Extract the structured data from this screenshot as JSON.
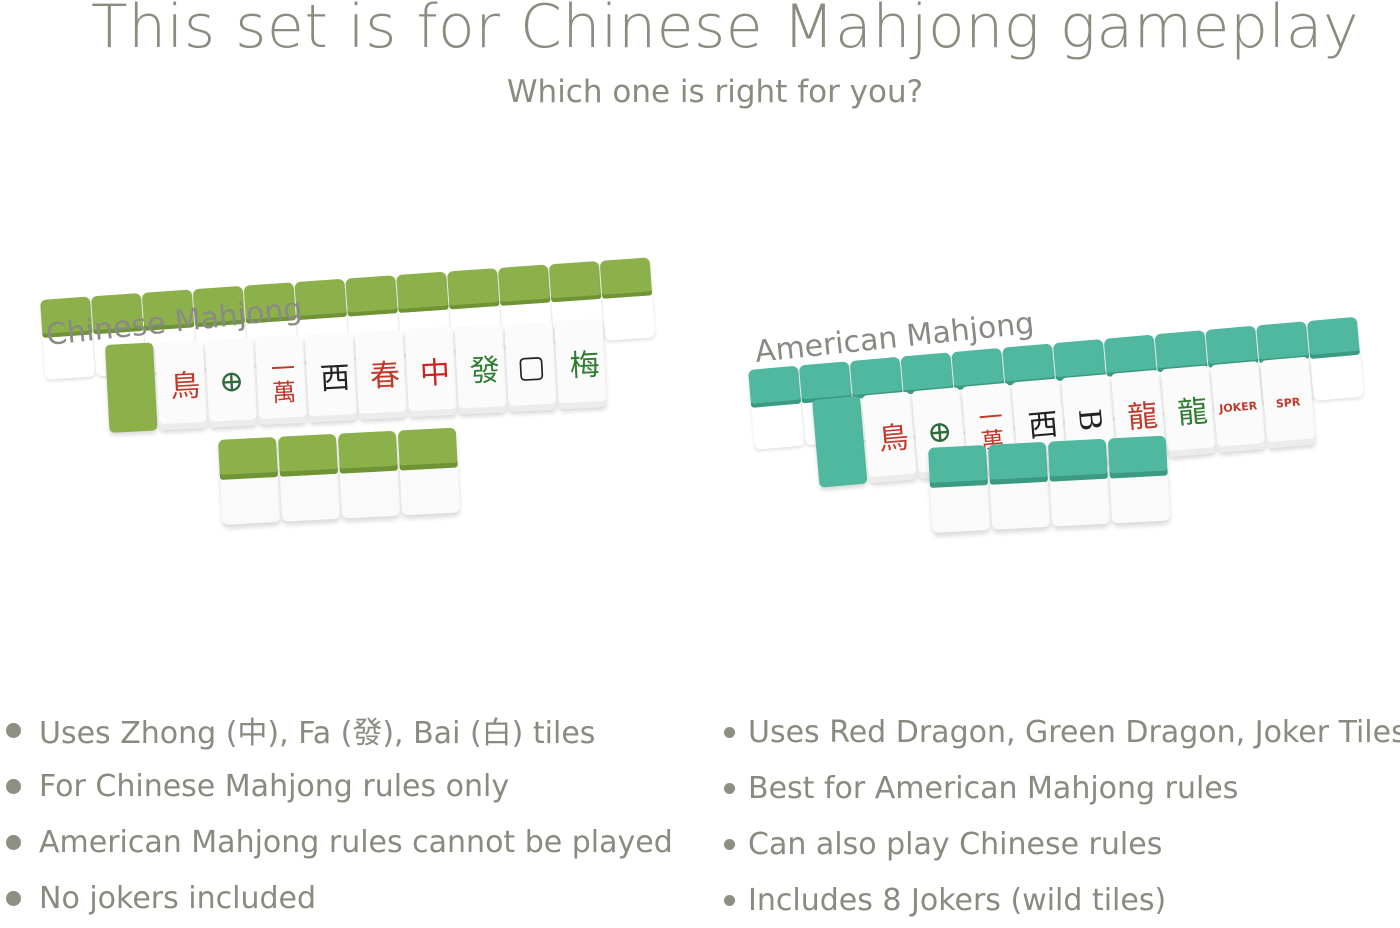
{
  "header": {
    "title": "This set is for Chinese Mahjong gameplay",
    "subtitle": "Which one is right for you?"
  },
  "sets": [
    {
      "label": "Chinese Mahjong",
      "color": "#8cb04a",
      "shade": "#6f9436",
      "faces": [
        "鳥",
        "⊕",
        "一萬",
        "西",
        "春",
        "中",
        "發",
        "▢",
        "梅"
      ],
      "face_colors": [
        "#c0392b",
        "#2e6b3a",
        "#c0392b",
        "#222222",
        "#c0392b",
        "#d0201f",
        "#2e7d32",
        "#222222",
        "#2e7d32"
      ],
      "bullets": [
        "Uses Zhong (中), Fa (發), Bai (白) tiles",
        "For Chinese Mahjong rules only",
        "American Mahjong rules cannot be played",
        "No jokers included"
      ]
    },
    {
      "label": "American Mahjong",
      "color": "#4fb89e",
      "shade": "#3a9a82",
      "faces": [
        "鳥",
        "⊕",
        "一萬",
        "西",
        "B",
        "龍",
        "龍",
        "JOKER",
        "SPR"
      ],
      "face_colors": [
        "#c0392b",
        "#2e6b3a",
        "#c0392b",
        "#222222",
        "#222222",
        "#c0392b",
        "#2e7d32",
        "#c0392b",
        "#c0392b"
      ],
      "bullets": [
        "Uses Red Dragon, Green Dragon, Joker Tiles",
        "Best for American Mahjong rules",
        "Can also play Chinese rules",
        "Includes 8 Jokers (wild tiles)"
      ]
    }
  ]
}
